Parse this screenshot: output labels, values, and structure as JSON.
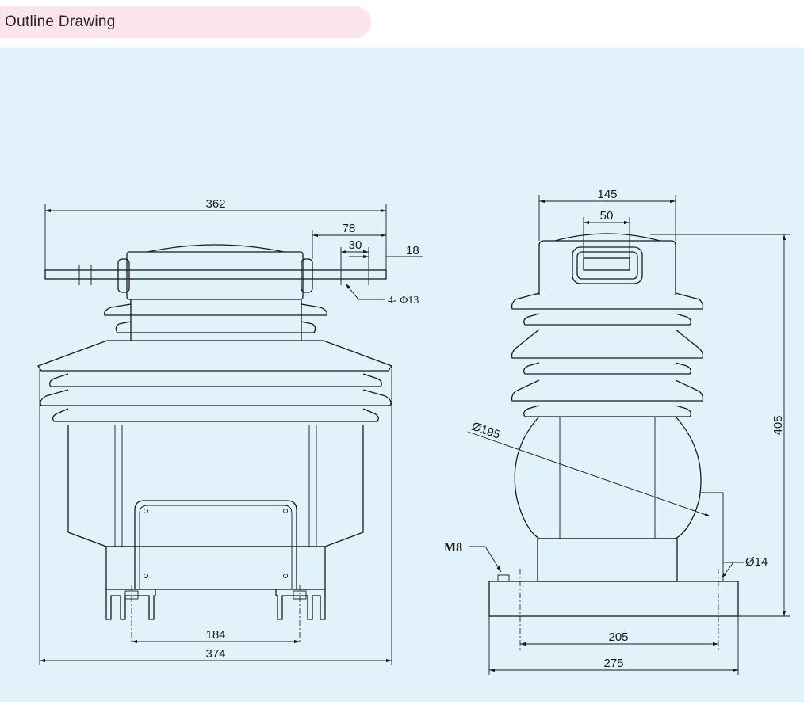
{
  "header": {
    "title": "Outline Drawing"
  },
  "colors": {
    "header_bg": "#fce4ee",
    "panel_bg": "#e1f2fb",
    "line": "#1a1a1a"
  },
  "front_view": {
    "dims": {
      "overall_top": "362",
      "right_78": "78",
      "right_30": "30",
      "right_18": "18",
      "holes": "4- Φ13",
      "feet": "184",
      "base": "374"
    }
  },
  "side_view": {
    "dims": {
      "top_width": "145",
      "terminal_width": "50",
      "height": "405",
      "diameter": "Ø195",
      "bolt_dia": "Ø14",
      "earth": "M8",
      "bolt_pitch": "205",
      "base_width": "275"
    }
  }
}
